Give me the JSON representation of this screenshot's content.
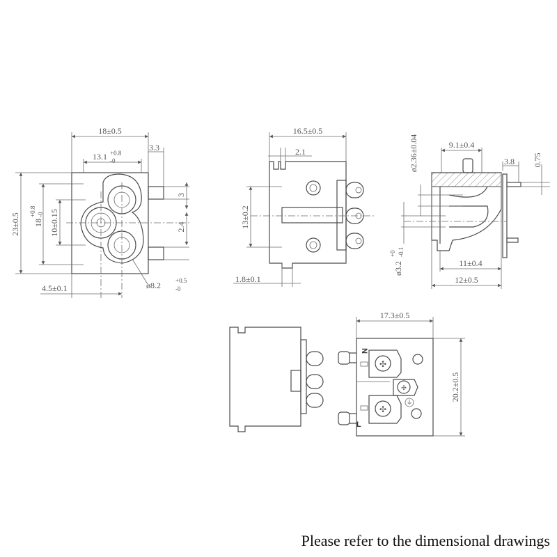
{
  "footer": {
    "note": "Please refer to the dimensional drawings"
  },
  "views": {
    "front": {
      "width": "18±0.5",
      "inner_width": "13.1",
      "inner_width_tol_plus": "+0.8",
      "inner_width_tol_minus": "-0",
      "pin_offset": "3.3",
      "height": "23±0.5",
      "inner_height": "18",
      "inner_height_tol_plus": "+0.8",
      "inner_height_tol_minus": "-0",
      "center_height": "10±0.15",
      "pin_spacing_top": "3",
      "pin_spacing_mid": "2.4",
      "left_offset": "4.5±0.1",
      "diameter": "ø8.2",
      "diameter_tol_plus": "+0.5",
      "diameter_tol_minus": "-0"
    },
    "side": {
      "width": "16.5±0.5",
      "slot": "2.1",
      "height": "13±0.2",
      "offset": "1.8±0.1"
    },
    "section": {
      "top": "9.1±0.4",
      "pin_width": "3.8",
      "pin_thickness": "0.75",
      "pin_dia": "ø2.36±0.04",
      "hole_dia": "ø3.2",
      "hole_tol_plus": "+0",
      "hole_tol_minus": "-0.1",
      "inner_width": "11±0.4",
      "outer_width": "12±0.5"
    },
    "rear": {
      "width": "17.3±0.5",
      "height": "20.2±0.5",
      "label_n": "N",
      "label_l": "L"
    }
  }
}
